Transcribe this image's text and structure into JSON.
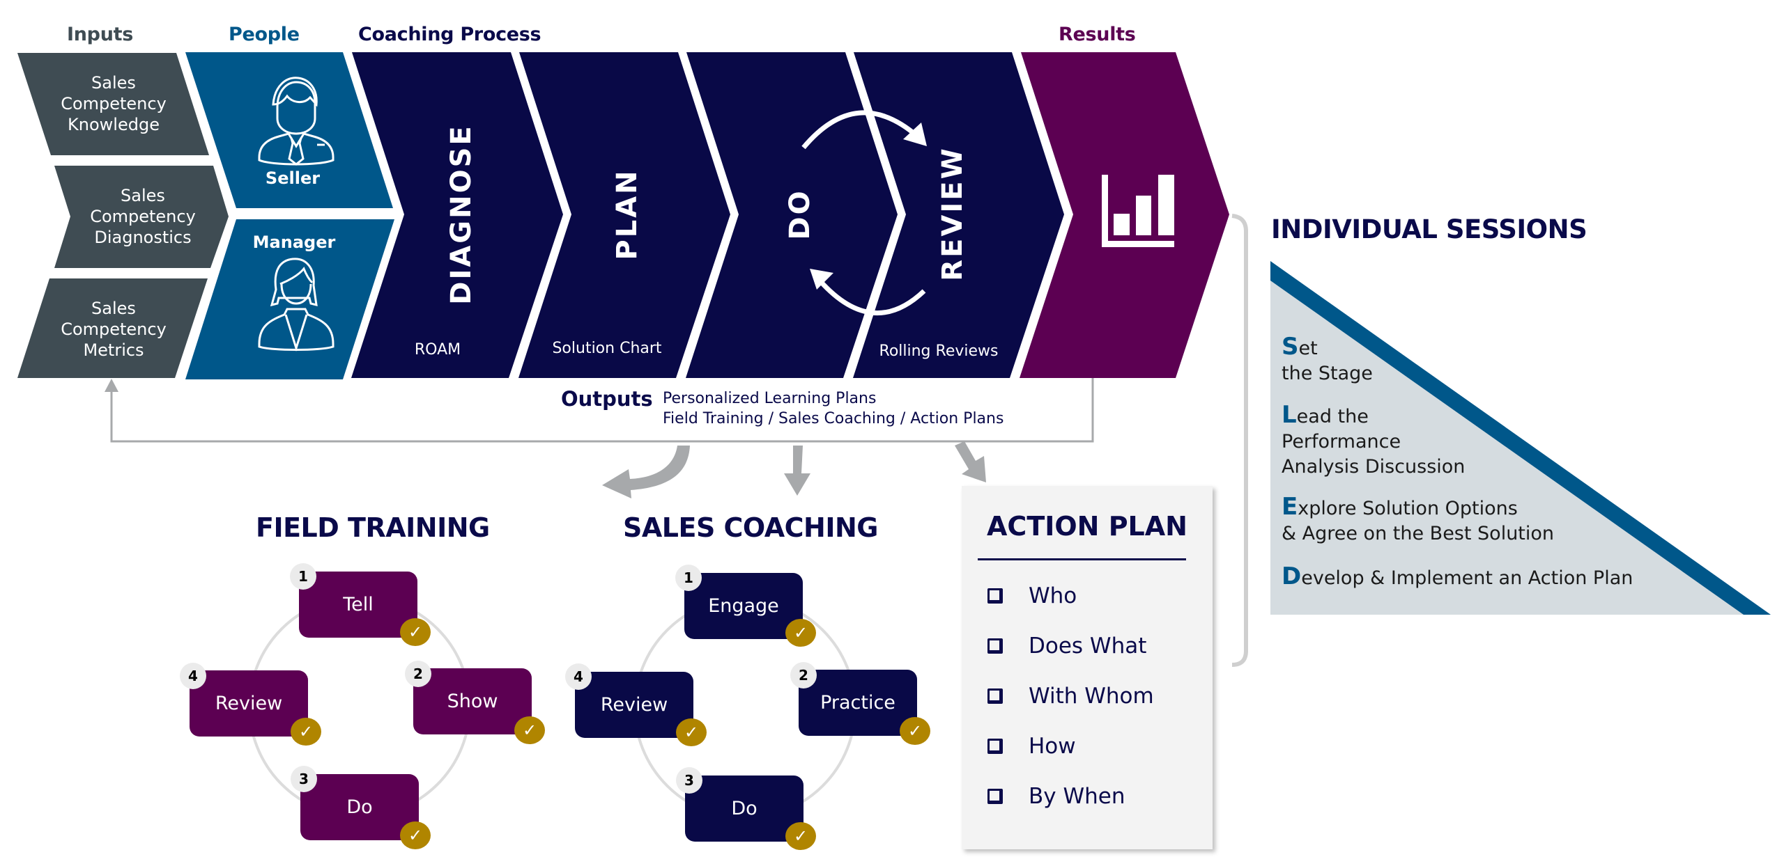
{
  "colors": {
    "inputs": "#3f4c53",
    "people": "#00578a",
    "process": "#090947",
    "results": "#5c0052",
    "check_gold": "#b08500",
    "connector_gray": "#a7a9ab",
    "triangle_fill": "#d5dce0"
  },
  "headers": {
    "inputs": "Inputs",
    "people": "People",
    "coaching_process": "Coaching Process",
    "results": "Results"
  },
  "inputs": [
    {
      "lines": [
        "Sales",
        "Competency",
        "Knowledge"
      ]
    },
    {
      "lines": [
        "Sales",
        "Competency",
        "Diagnostics"
      ]
    },
    {
      "lines": [
        "Sales",
        "Competency",
        "Metrics"
      ]
    }
  ],
  "people": [
    {
      "label": "Seller",
      "icon": "male-person-icon"
    },
    {
      "label": "Manager",
      "icon": "female-person-icon"
    }
  ],
  "process_stages": [
    {
      "title": "DIAGNOSE",
      "subtitle": "ROAM"
    },
    {
      "title": "PLAN",
      "subtitle": "Solution Chart"
    },
    {
      "title": "DO",
      "subtitle": ""
    },
    {
      "title": "REVIEW",
      "subtitle": "Rolling Reviews"
    }
  ],
  "results": {
    "icon": "bar-chart-icon"
  },
  "outputs": {
    "label": "Outputs",
    "lines": [
      "Personalized Learning Plans",
      "Field Training / Sales Coaching / Action Plans"
    ]
  },
  "field_training": {
    "title": "FIELD TRAINING",
    "steps": [
      {
        "number": "1",
        "label": "Tell"
      },
      {
        "number": "2",
        "label": "Show"
      },
      {
        "number": "3",
        "label": "Do"
      },
      {
        "number": "4",
        "label": "Review"
      }
    ],
    "check_glyph": "✓"
  },
  "sales_coaching": {
    "title": "SALES COACHING",
    "steps": [
      {
        "number": "1",
        "label": "Engage"
      },
      {
        "number": "2",
        "label": "Practice"
      },
      {
        "number": "3",
        "label": "Do"
      },
      {
        "number": "4",
        "label": "Review"
      }
    ],
    "check_glyph": "✓"
  },
  "action_plan": {
    "title": "ACTION PLAN",
    "items": [
      "Who",
      "Does What",
      "With Whom",
      "How",
      "By When"
    ]
  },
  "individual_sessions": {
    "title": "INDIVIDUAL SESSIONS",
    "steps": [
      {
        "initial": "S",
        "rest": "et",
        "lines": [
          "the Stage"
        ]
      },
      {
        "initial": "L",
        "rest": "ead the",
        "lines": [
          "Performance",
          "Analysis Discussion"
        ]
      },
      {
        "initial": "E",
        "rest": "xplore Solution Options",
        "lines": [
          "& Agree on the Best Solution"
        ]
      },
      {
        "initial": "D",
        "rest": "evelop & Implement an Action Plan",
        "lines": []
      }
    ]
  }
}
